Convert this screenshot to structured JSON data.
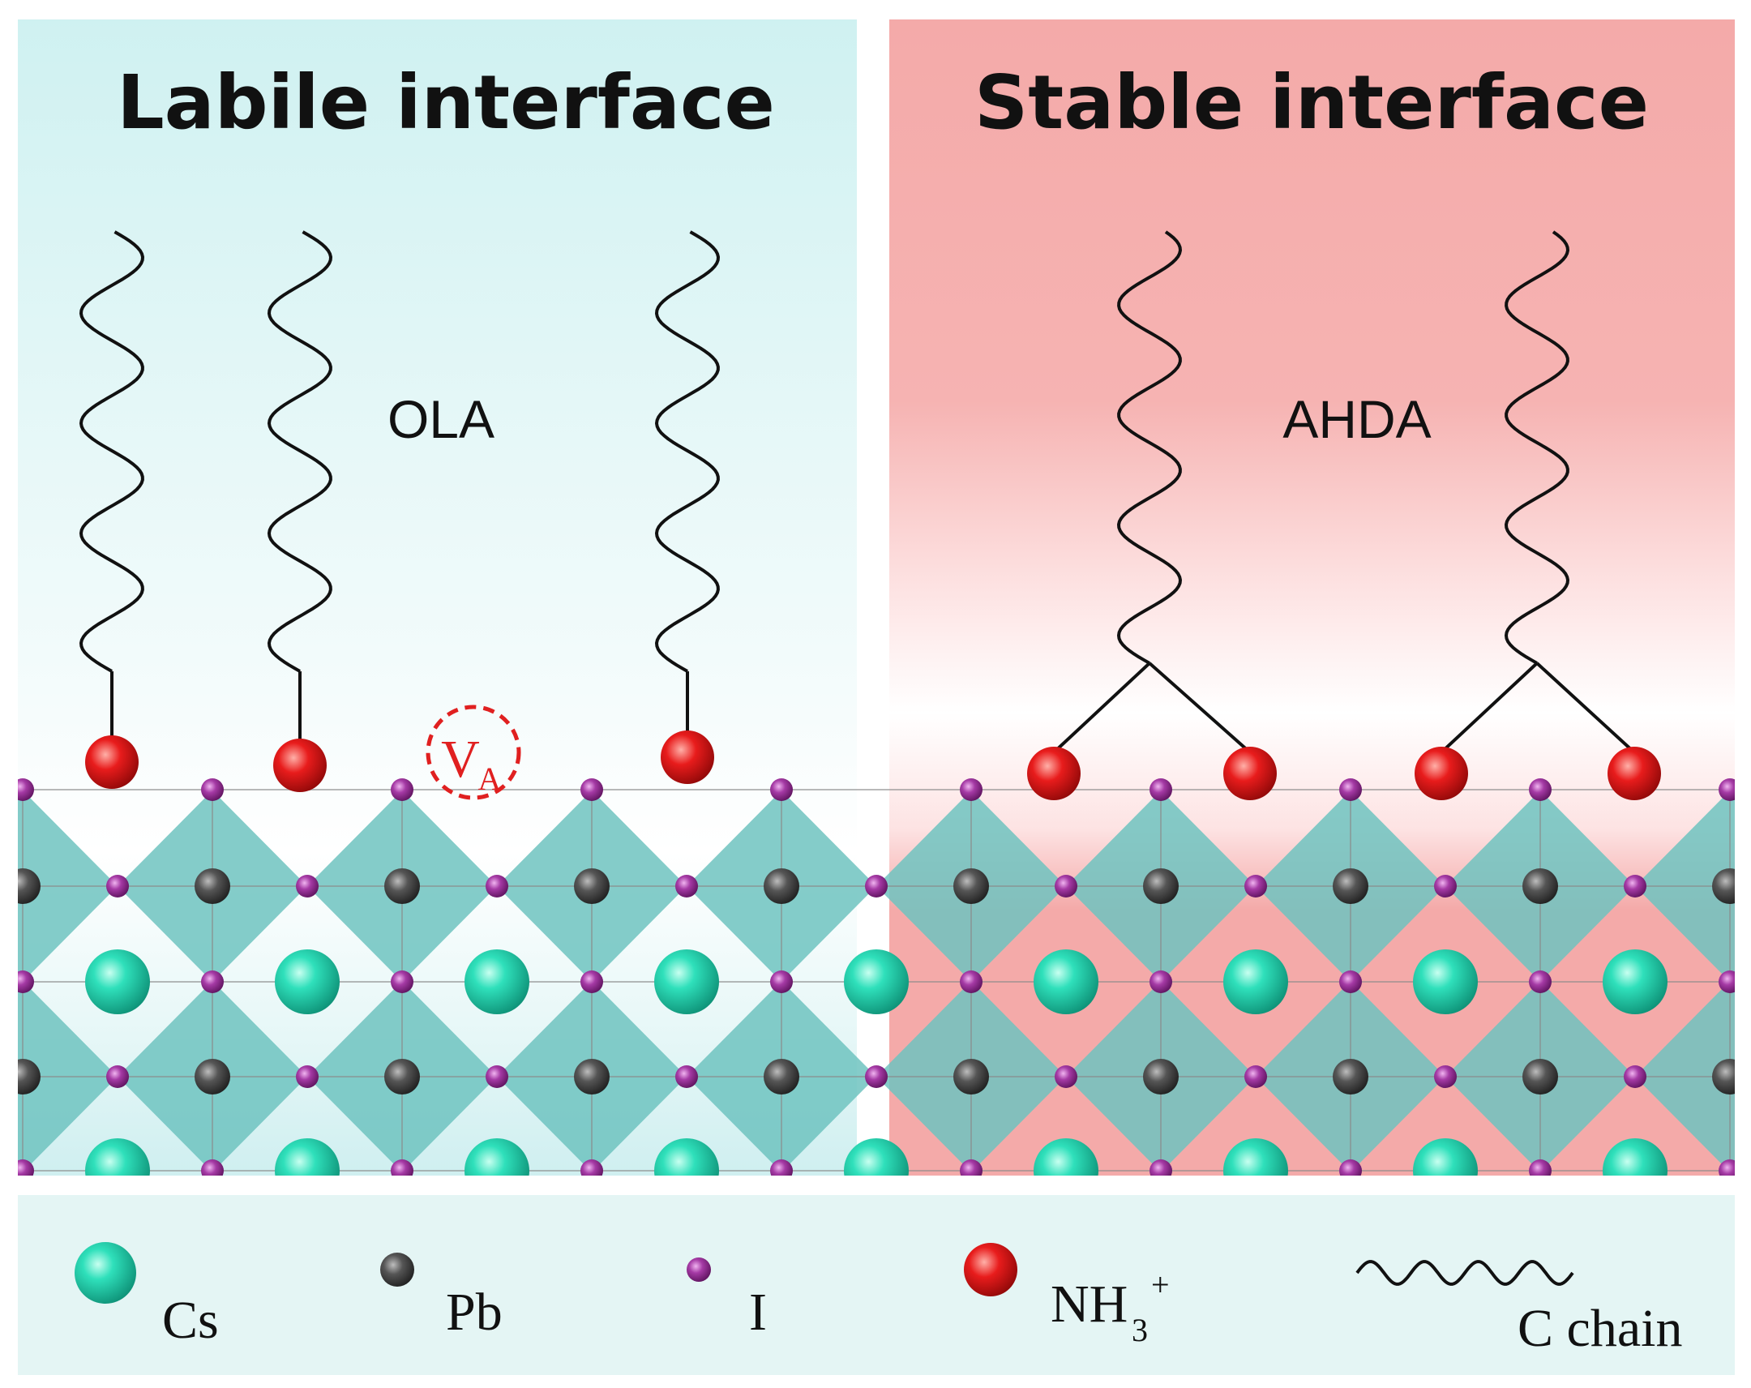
{
  "panels": {
    "left": {
      "title": "Labile interface",
      "ligand_label": "OLA"
    },
    "right": {
      "title": "Stable interface",
      "ligand_label": "AHDA"
    }
  },
  "vacancy": {
    "symbol": "V",
    "subscript": "A"
  },
  "legend": {
    "cs": "Cs",
    "pb": "Pb",
    "i": "I",
    "nh3": {
      "text": "NH",
      "sub": "3",
      "sup": "+"
    },
    "chain": "C chain"
  },
  "colors": {
    "left_bg": "#cfeff0",
    "right_bg": "#f4aaa9",
    "octahedra": "#6fc3c0",
    "cs_atom": "#27d9b3",
    "pb_atom": "#4a4a4a",
    "i_atom": "#9b2c9b",
    "nh3_atom": "#e01818",
    "vacancy": "#e02020",
    "legend_bg": "#e4f5f4"
  }
}
